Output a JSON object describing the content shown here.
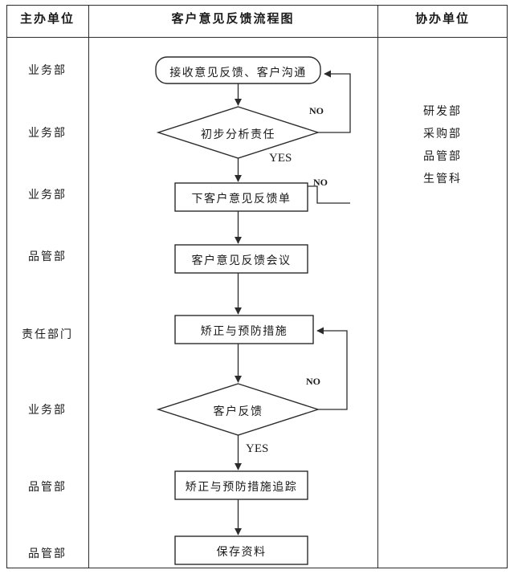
{
  "header": {
    "owner_column": "主办单位",
    "title": "客户意见反馈流程图",
    "support_column": "协办单位"
  },
  "owner_rows": [
    {
      "label": "业务部"
    },
    {
      "label": "业务部"
    },
    {
      "label": "业务部"
    },
    {
      "label": "品管部"
    },
    {
      "label": "责任部门"
    },
    {
      "label": "业务部"
    },
    {
      "label": "品管部"
    },
    {
      "label": "品管部"
    }
  ],
  "support_units": [
    {
      "label": "研发部"
    },
    {
      "label": "采购部"
    },
    {
      "label": "品管部"
    },
    {
      "label": "生管科"
    }
  ],
  "flow": {
    "nodes": [
      {
        "id": "n1",
        "shape": "rounded-rect",
        "label": "接收意见反馈、客户沟通"
      },
      {
        "id": "d1",
        "shape": "diamond",
        "label": "初步分析责任"
      },
      {
        "id": "n2",
        "shape": "rect",
        "label": "下客户意见反馈单"
      },
      {
        "id": "n3",
        "shape": "rect",
        "label": "客户意见反馈会议"
      },
      {
        "id": "n4",
        "shape": "rect",
        "label": "矫正与预防措施"
      },
      {
        "id": "d2",
        "shape": "diamond",
        "label": "客户反馈"
      },
      {
        "id": "n5",
        "shape": "rect",
        "label": "矫正与预防措施追踪"
      },
      {
        "id": "n6",
        "shape": "rect",
        "label": "保存资料"
      }
    ],
    "edge_labels": [
      {
        "id": "e1",
        "text": "NO",
        "from": "d1",
        "to": "n1"
      },
      {
        "id": "e2",
        "text": "YES",
        "from": "d1",
        "to": "n2"
      },
      {
        "id": "e3",
        "text": "NO",
        "from": "n2",
        "to": "n1"
      },
      {
        "id": "e4",
        "text": "NO",
        "from": "d2",
        "to": "n4"
      },
      {
        "id": "e5",
        "text": "YES",
        "from": "d2",
        "to": "n5"
      }
    ]
  },
  "colors": {
    "line": "#2b2b2b",
    "text": "#1a1a1a",
    "background": "#ffffff"
  }
}
